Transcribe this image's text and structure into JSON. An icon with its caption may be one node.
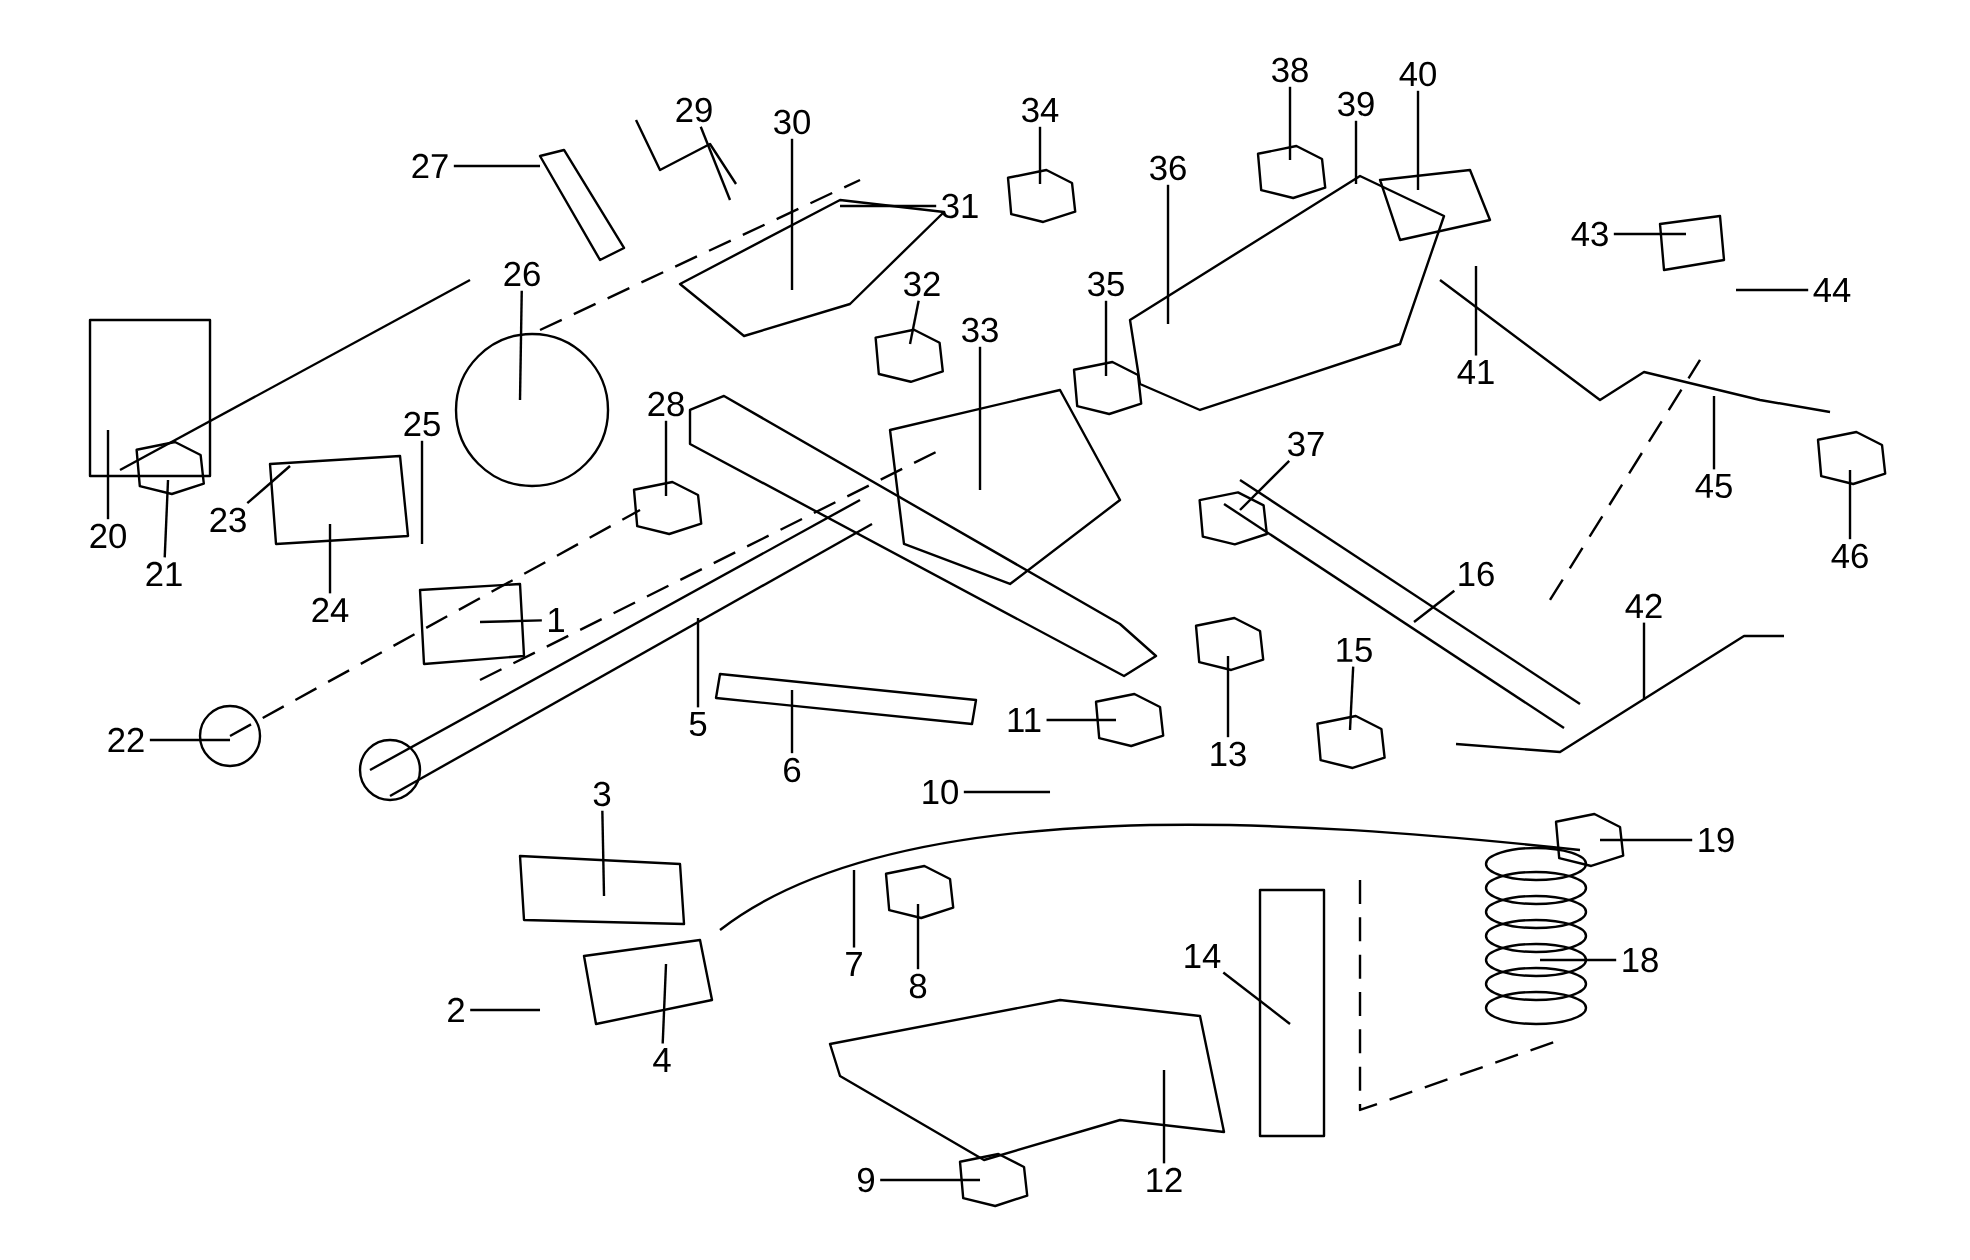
{
  "diagram": {
    "nodes": [
      {
        "text": [
          "1"
        ]
      },
      {
        "text": [
          "2"
        ]
      },
      {
        "text": [
          "3"
        ]
      },
      {
        "text": [
          "4"
        ]
      },
      {
        "text": [
          "5"
        ]
      },
      {
        "text": [
          "6"
        ]
      },
      {
        "text": [
          "7"
        ]
      },
      {
        "text": [
          "8"
        ]
      },
      {
        "text": [
          "9"
        ]
      },
      {
        "text": [
          "10"
        ]
      },
      {
        "text": [
          "11"
        ]
      },
      {
        "text": [
          "12"
        ]
      },
      {
        "text": [
          "13"
        ]
      },
      {
        "text": [
          "14"
        ]
      },
      {
        "text": [
          "15"
        ]
      },
      {
        "text": [
          "16"
        ]
      },
      {
        "text": [
          "18"
        ]
      },
      {
        "text": [
          "19"
        ]
      },
      {
        "text": [
          "20"
        ]
      },
      {
        "text": [
          "21"
        ]
      },
      {
        "text": [
          "22"
        ]
      },
      {
        "text": [
          "23"
        ]
      },
      {
        "text": [
          "24"
        ]
      },
      {
        "text": [
          "25"
        ]
      },
      {
        "text": [
          "26"
        ]
      },
      {
        "text": [
          "27"
        ]
      },
      {
        "text": [
          "28"
        ]
      },
      {
        "text": [
          "29"
        ]
      },
      {
        "text": [
          "30"
        ]
      },
      {
        "text": [
          "31"
        ]
      },
      {
        "text": [
          "32"
        ]
      },
      {
        "text": [
          "33"
        ]
      },
      {
        "text": [
          "34"
        ]
      },
      {
        "text": [
          "35"
        ]
      },
      {
        "text": [
          "36"
        ]
      },
      {
        "text": [
          "37"
        ]
      },
      {
        "text": [
          "38"
        ]
      },
      {
        "text": [
          "39"
        ]
      },
      {
        "text": [
          "40"
        ]
      },
      {
        "text": [
          "41"
        ]
      },
      {
        "text": [
          "42"
        ]
      },
      {
        "text": [
          "43"
        ]
      },
      {
        "text": [
          "44"
        ]
      },
      {
        "text": [
          "45"
        ]
      },
      {
        "text": [
          "46"
        ]
      }
    ],
    "edges": [
      {
        "from": 0,
        "to": null,
        "arrow": "none"
      },
      {
        "from": 1,
        "to": null,
        "arrow": "none"
      },
      {
        "from": 2,
        "to": null,
        "arrow": "none"
      },
      {
        "from": 3,
        "to": null,
        "arrow": "none"
      },
      {
        "from": 4,
        "to": null,
        "arrow": "none"
      },
      {
        "from": 5,
        "to": null,
        "arrow": "none"
      },
      {
        "from": 6,
        "to": null,
        "arrow": "none"
      },
      {
        "from": 7,
        "to": null,
        "arrow": "none"
      },
      {
        "from": 8,
        "to": null,
        "arrow": "none"
      },
      {
        "from": 9,
        "to": null,
        "arrow": "none"
      },
      {
        "from": 10,
        "to": null,
        "arrow": "none"
      },
      {
        "from": 11,
        "to": null,
        "arrow": "none"
      },
      {
        "from": 12,
        "to": null,
        "arrow": "none"
      },
      {
        "from": 13,
        "to": null,
        "arrow": "none"
      },
      {
        "from": 14,
        "to": null,
        "arrow": "none"
      },
      {
        "from": 15,
        "to": null,
        "arrow": "none"
      },
      {
        "from": 16,
        "to": null,
        "arrow": "none"
      },
      {
        "from": 17,
        "to": null,
        "arrow": "none"
      },
      {
        "from": 18,
        "to": null,
        "arrow": "none"
      },
      {
        "from": 19,
        "to": null,
        "arrow": "none"
      },
      {
        "from": 20,
        "to": null,
        "arrow": "none"
      },
      {
        "from": 21,
        "to": null,
        "arrow": "none"
      },
      {
        "from": 22,
        "to": null,
        "arrow": "none"
      },
      {
        "from": 23,
        "to": null,
        "arrow": "none"
      },
      {
        "from": 24,
        "to": null,
        "arrow": "none"
      },
      {
        "from": 25,
        "to": null,
        "arrow": "none"
      },
      {
        "from": 26,
        "to": null,
        "arrow": "none"
      },
      {
        "from": 27,
        "to": null,
        "arrow": "none"
      },
      {
        "from": 28,
        "to": null,
        "arrow": "none"
      },
      {
        "from": 29,
        "to": null,
        "arrow": "none"
      },
      {
        "from": 30,
        "to": null,
        "arrow": "none"
      },
      {
        "from": 31,
        "to": null,
        "arrow": "none"
      },
      {
        "from": 32,
        "to": null,
        "arrow": "none"
      },
      {
        "from": 33,
        "to": null,
        "arrow": "none"
      },
      {
        "from": 34,
        "to": null,
        "arrow": "none"
      },
      {
        "from": 35,
        "to": null,
        "arrow": "none"
      },
      {
        "from": 36,
        "to": null,
        "arrow": "none"
      },
      {
        "from": 37,
        "to": null,
        "arrow": "none"
      },
      {
        "from": 38,
        "to": null,
        "arrow": "none"
      },
      {
        "from": 39,
        "to": null,
        "arrow": "none"
      },
      {
        "from": 40,
        "to": null,
        "arrow": "none"
      },
      {
        "from": 41,
        "to": null,
        "arrow": "none"
      },
      {
        "from": 42,
        "to": null,
        "arrow": "none"
      },
      {
        "from": 43,
        "to": null,
        "arrow": "none"
      },
      {
        "from": 44,
        "to": null,
        "arrow": "none"
      }
    ]
  }
}
